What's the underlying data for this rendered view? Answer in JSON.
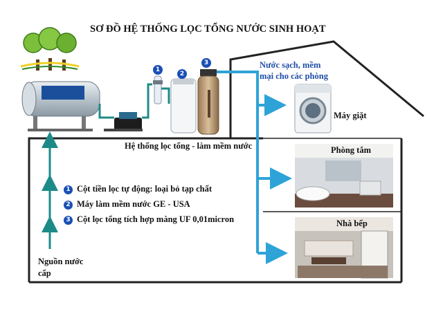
{
  "title": "SƠ ĐỒ HỆ THỐNG LỌC TỔNG NƯỚC SINH HOẠT",
  "clean_water_label": "Nước sạch, mềm mại cho các phòng",
  "system_label": "Hệ thống lọc tổng - làm mềm nước",
  "badges": [
    "1",
    "2",
    "3"
  ],
  "legend": [
    {
      "num": "1",
      "text": "Cột tiền lọc tự động: loại bỏ tạp chất"
    },
    {
      "num": "2",
      "text": "Máy làm mềm nước GE - USA"
    },
    {
      "num": "3",
      "text": "Cột lọc tổng tích hợp màng UF 0,01micron"
    }
  ],
  "source_label": "Nguồn nước cấp",
  "rooms": {
    "laundry": "Máy giặt",
    "bathroom": "Phòng tắm",
    "kitchen": "Nhà bếp"
  },
  "colors": {
    "pipe": "#2ea3d8",
    "intake_pipe": "#1c8b88",
    "house_line": "#222222",
    "badge": "#1a4fb5",
    "clean_text": "#1f4ea8"
  },
  "icons": {
    "logo": "tree-logo-icon",
    "tank": "water-tank-icon",
    "pump": "pump-icon",
    "prefilter": "prefilter-column-icon",
    "softener": "water-softener-icon",
    "uf_column": "uf-filter-column-icon",
    "washer": "washing-machine-icon",
    "bath": "bathroom-photo-icon",
    "kitchen": "kitchen-photo-icon"
  }
}
